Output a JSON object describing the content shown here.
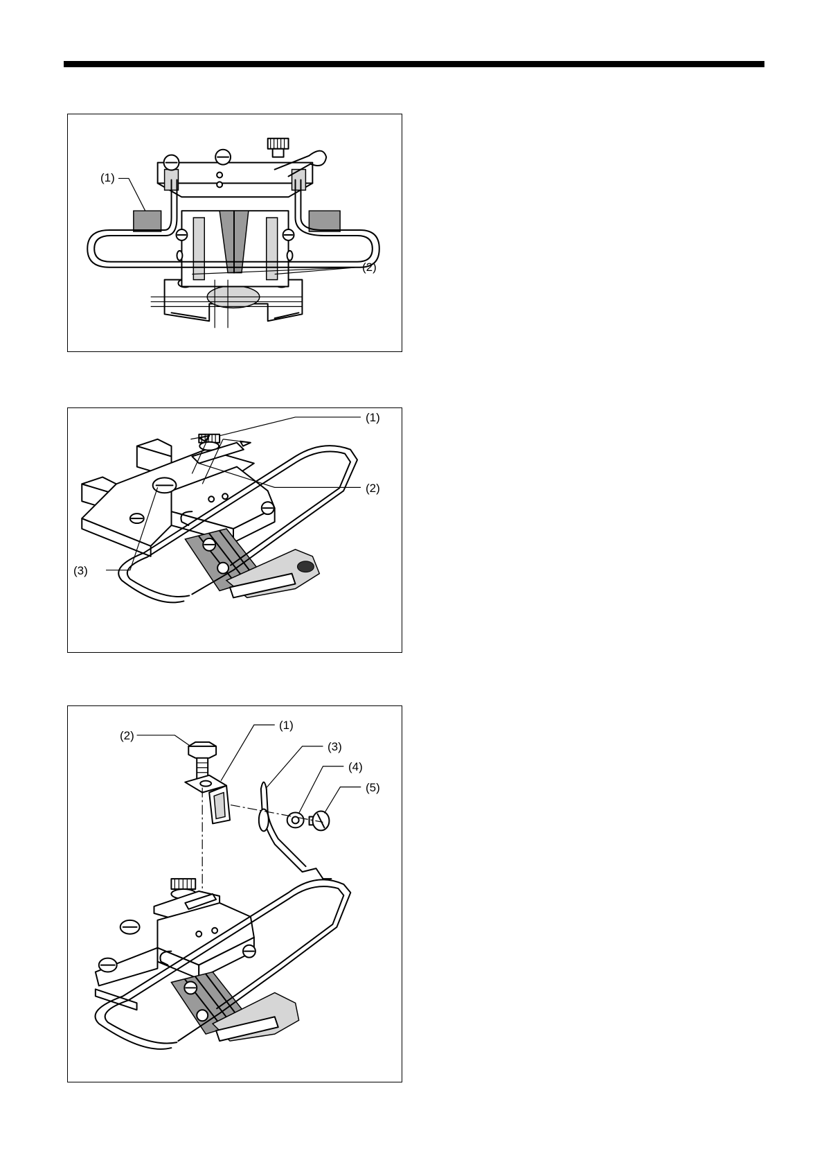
{
  "figures": [
    {
      "id": "presser-foot-front",
      "callouts": [
        {
          "label": "(1)"
        },
        {
          "label": "(2)"
        }
      ]
    },
    {
      "id": "presser-foot-adjust",
      "callouts": [
        {
          "label": "(1)"
        },
        {
          "label": "(2)"
        },
        {
          "label": "(3)"
        }
      ]
    },
    {
      "id": "thread-guide-assembly",
      "callouts": [
        {
          "label": "(2)"
        },
        {
          "label": "(1)"
        },
        {
          "label": "(3)"
        },
        {
          "label": "(4)"
        },
        {
          "label": "(5)"
        }
      ]
    }
  ]
}
